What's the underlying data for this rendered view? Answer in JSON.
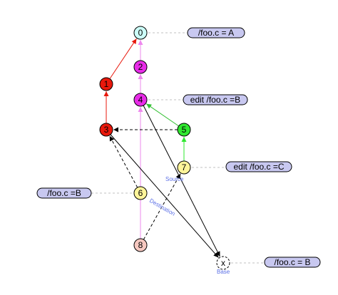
{
  "graph": {
    "nodes": [
      {
        "id": "0",
        "label": "0",
        "fill": "#ccfff8",
        "stroke": "#000000",
        "style": "solid"
      },
      {
        "id": "1",
        "label": "1",
        "fill": "#e8180c",
        "stroke": "#000000",
        "style": "solid"
      },
      {
        "id": "2",
        "label": "2",
        "fill": "#e82ce8",
        "stroke": "#000000",
        "style": "solid"
      },
      {
        "id": "3",
        "label": "3",
        "fill": "#e8180c",
        "stroke": "#000000",
        "style": "solid"
      },
      {
        "id": "4",
        "label": "4",
        "fill": "#e82ce8",
        "stroke": "#000000",
        "style": "solid"
      },
      {
        "id": "5",
        "label": "5",
        "fill": "#2fe82f",
        "stroke": "#000000",
        "style": "solid"
      },
      {
        "id": "6",
        "label": "6",
        "fill": "#fff59a",
        "stroke": "#000000",
        "style": "solid"
      },
      {
        "id": "7",
        "label": "7",
        "fill": "#fff59a",
        "stroke": "#000000",
        "style": "solid"
      },
      {
        "id": "8",
        "label": "8",
        "fill": "#f6c8c0",
        "stroke": "#000000",
        "style": "solid"
      },
      {
        "id": "x",
        "label": "x",
        "fill": "#ffffff",
        "stroke": "#000000",
        "style": "dashed"
      }
    ],
    "edges": [
      {
        "from": "1",
        "to": "0",
        "color": "#e8180c",
        "style": "solid"
      },
      {
        "from": "3",
        "to": "1",
        "color": "#e8180c",
        "style": "solid"
      },
      {
        "from": "2",
        "to": "0",
        "color": "#ee88ee",
        "style": "solid"
      },
      {
        "from": "4",
        "to": "2",
        "color": "#ee88ee",
        "style": "solid"
      },
      {
        "from": "8",
        "to": "4",
        "color": "#ee88ee",
        "style": "solid"
      },
      {
        "from": "5",
        "to": "4",
        "color": "#2fbf2f",
        "style": "solid"
      },
      {
        "from": "7",
        "to": "5",
        "color": "#2fe82f",
        "style": "solid"
      },
      {
        "from": "5",
        "to": "3",
        "color": "#000000",
        "style": "dashed"
      },
      {
        "from": "6",
        "to": "3",
        "color": "#000000",
        "style": "dashed"
      },
      {
        "from": "8",
        "to": "7",
        "color": "#000000",
        "style": "dashed"
      },
      {
        "from": "3",
        "to": "x",
        "color": "#000000",
        "style": "solid"
      },
      {
        "from": "4",
        "to": "x",
        "color": "#000000",
        "style": "solid"
      }
    ],
    "tags": [
      {
        "node": "0",
        "text": "/foo.c = A"
      },
      {
        "node": "4",
        "text": "edit /foo.c =B"
      },
      {
        "node": "7",
        "text": "edit /foo.c =C"
      },
      {
        "node": "6",
        "text": "/foo.c =B"
      },
      {
        "node": "x",
        "text": "/foo.c = B"
      }
    ],
    "edge_labels": {
      "source": "Source",
      "destination": "Destination",
      "base": "Base"
    },
    "tag_fill": "#c8c8f0",
    "leader_color": "#c0c0c0"
  }
}
